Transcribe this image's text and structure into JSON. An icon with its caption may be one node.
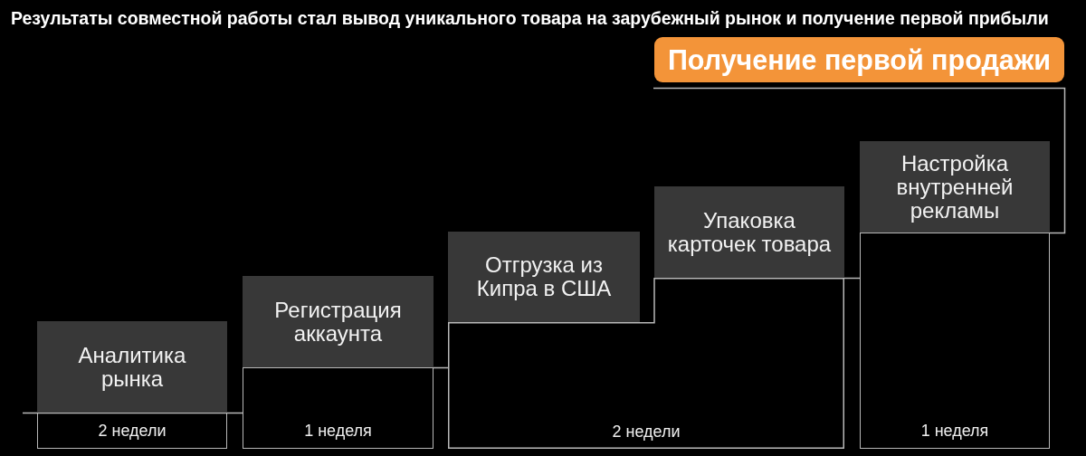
{
  "diagram": {
    "title": "Результаты совместной работы стал вывод уникального товара на зарубежный рынок и получение первой прибыли",
    "nodes": [
      {
        "text": [
          "Аналитика рынка"
        ]
      },
      {
        "text": [
          "Регистрация аккаунта"
        ]
      },
      {
        "text": [
          "Отгрузка из Кипра в США"
        ]
      },
      {
        "text": [
          "Упаковка карточек товара"
        ]
      },
      {
        "text": [
          "Настройка внутренней рекламы"
        ]
      },
      {
        "text": [
          "Получение первой продажи"
        ]
      },
      {
        "text": [
          "2 недели"
        ]
      },
      {
        "text": [
          "1 неделя"
        ]
      },
      {
        "text": [
          "2 недели"
        ]
      },
      {
        "text": [
          "1 неделя"
        ]
      }
    ]
  }
}
